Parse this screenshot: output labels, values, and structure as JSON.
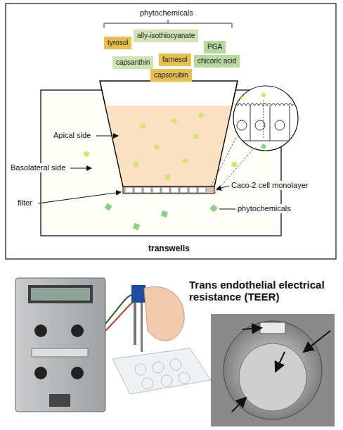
{
  "diagram": {
    "caption": "transwells",
    "nodes": [
      {
        "text": [
          "ally-isothiocyanate"
        ]
      },
      {
        "text": [
          "tyrosol"
        ]
      },
      {
        "text": [
          "PGA"
        ]
      },
      {
        "text": [
          "capsanthin"
        ]
      },
      {
        "text": [
          "farnesol"
        ]
      },
      {
        "text": [
          "chicoric acid"
        ]
      },
      {
        "text": [
          "capsorubin"
        ]
      }
    ],
    "labels": [
      "phytochemicals",
      "Apical side",
      "Basolateral side",
      "filter",
      "Caco-2 cell monolayer",
      "phytochemicals",
      "Trans endothelial electrical resistance (TEER)"
    ]
  }
}
